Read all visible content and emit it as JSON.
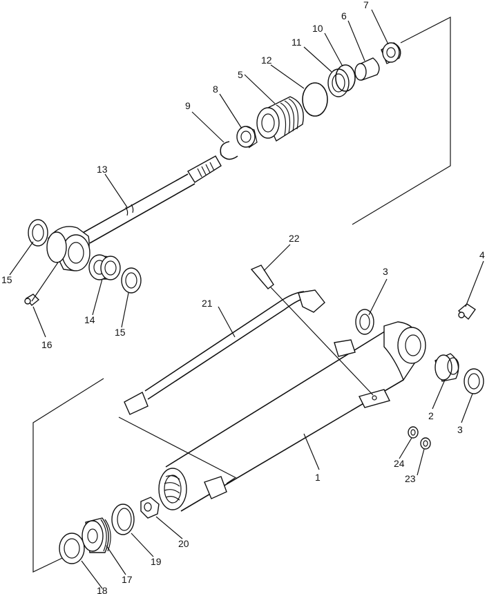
{
  "callouts": [
    {
      "id": "c1",
      "text": "1"
    },
    {
      "id": "c2",
      "text": "2"
    },
    {
      "id": "c3a",
      "text": "3"
    },
    {
      "id": "c3b",
      "text": "3"
    },
    {
      "id": "c4",
      "text": "4"
    },
    {
      "id": "c5",
      "text": "5"
    },
    {
      "id": "c6",
      "text": "6"
    },
    {
      "id": "c7",
      "text": "7"
    },
    {
      "id": "c8",
      "text": "8"
    },
    {
      "id": "c9",
      "text": "9"
    },
    {
      "id": "c10",
      "text": "10"
    },
    {
      "id": "c11",
      "text": "11"
    },
    {
      "id": "c12",
      "text": "12"
    },
    {
      "id": "c13",
      "text": "13"
    },
    {
      "id": "c14",
      "text": "14"
    },
    {
      "id": "c15a",
      "text": "15"
    },
    {
      "id": "c15b",
      "text": "15"
    },
    {
      "id": "c16",
      "text": "16"
    },
    {
      "id": "c17",
      "text": "17"
    },
    {
      "id": "c18",
      "text": "18"
    },
    {
      "id": "c19",
      "text": "19"
    },
    {
      "id": "c20",
      "text": "20"
    },
    {
      "id": "c21",
      "text": "21"
    },
    {
      "id": "c22",
      "text": "22"
    },
    {
      "id": "c23",
      "text": "23"
    },
    {
      "id": "c24",
      "text": "24"
    }
  ]
}
